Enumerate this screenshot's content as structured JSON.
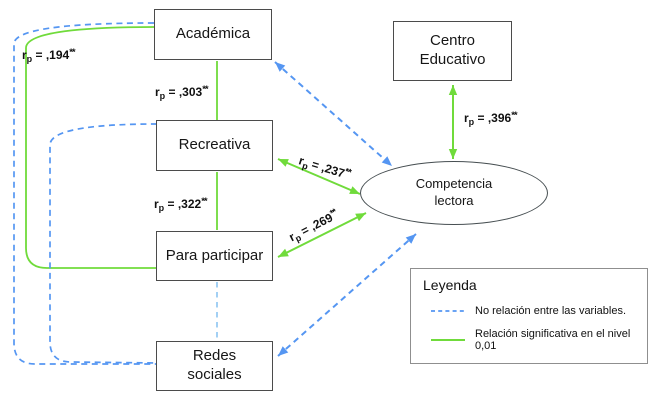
{
  "nodes": {
    "academica": {
      "lines": [
        "Académica"
      ]
    },
    "recreativa": {
      "lines": [
        "Recreativa"
      ]
    },
    "para_participar": {
      "lines": [
        "Para participar"
      ]
    },
    "redes_sociales": {
      "lines": [
        "Redes",
        "sociales"
      ]
    },
    "centro_educativo": {
      "lines": [
        "Centro",
        "Educativo"
      ]
    },
    "competencia_lectora": {
      "lines": [
        "Competencia",
        "lectora"
      ]
    }
  },
  "connections": [
    {
      "from": "academica",
      "to": "recreativa",
      "type": "significant",
      "r_label": {
        "var": "r",
        "sub": "p",
        "eq_val": " = ,303",
        "sig": "**"
      }
    },
    {
      "from": "recreativa",
      "to": "para_participar",
      "type": "significant",
      "r_label": {
        "var": "r",
        "sub": "p",
        "eq_val": " = ,322",
        "sig": "**"
      }
    },
    {
      "from": "academica",
      "to": "para_participar",
      "type": "significant",
      "r_label": {
        "var": "r",
        "sub": "p",
        "eq_val": " = ,194",
        "sig": "**"
      }
    },
    {
      "from": "recreativa",
      "to": "competencia_lectora",
      "type": "significant",
      "r_label": {
        "var": "r",
        "sub": "p",
        "eq_val": " = ,237",
        "sig": "**"
      }
    },
    {
      "from": "para_participar",
      "to": "competencia_lectora",
      "type": "significant",
      "r_label": {
        "var": "r",
        "sub": "p",
        "eq_val": " = ,269",
        "sig": "**"
      }
    },
    {
      "from": "centro_educativo",
      "to": "competencia_lectora",
      "type": "significant",
      "r_label": {
        "var": "r",
        "sub": "p",
        "eq_val": " = ,396",
        "sig": "**"
      }
    },
    {
      "from": "academica",
      "to": "competencia_lectora",
      "type": "no_relation"
    },
    {
      "from": "redes_sociales",
      "to": "competencia_lectora",
      "type": "no_relation"
    },
    {
      "from": "academica",
      "to": "redes_sociales",
      "type": "no_relation"
    },
    {
      "from": "recreativa",
      "to": "redes_sociales",
      "type": "no_relation"
    },
    {
      "from": "para_participar",
      "to": "redes_sociales",
      "type": "no_relation"
    }
  ],
  "legend": {
    "title": "Leyenda",
    "items": [
      {
        "label": "No relación entre las variables.",
        "line_style": "dashed"
      },
      {
        "label": "Relación significativa en el nivel 0,01",
        "line_style": "solid"
      }
    ]
  },
  "colors": {
    "significant": "#70db3b",
    "no_relation": "#5596f2",
    "no_relation_light": "#8cc5f2",
    "box_border": "#4b4b4b",
    "text": "#161616"
  }
}
